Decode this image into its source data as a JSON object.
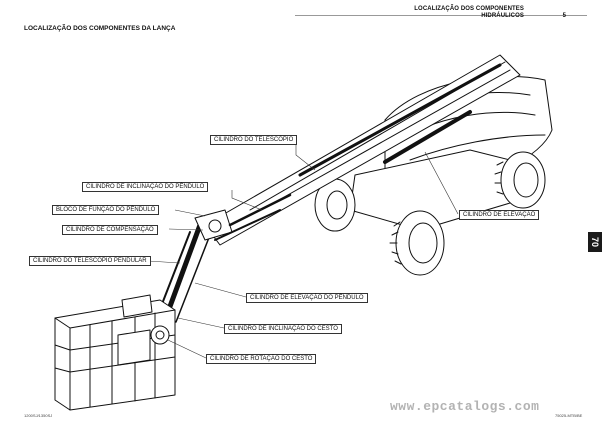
{
  "header": {
    "title_line1": "LOCALIZAÇÃO DOS COMPONENTES",
    "title_line2": "HIDRÁULICOS",
    "page_number": "5"
  },
  "section_title": "LOCALIZAÇÃO DOS COMPONENTES DA LANÇA",
  "side_tab": "70",
  "callouts": {
    "telescope": "CILINDRO DO TELESCÓPIO",
    "pendulum_tilt": "CILINDRO DE INCLINAÇÃO DO PÊNDULO",
    "pendulum_function_block": "BLOCO DE FUNÇÃO DO PÊNDULO",
    "compensation": "CILINDRO DE COMPENSAÇÃO",
    "pendular_telescope": "CILINDRO DO TELESCÓPIO PENDULAR",
    "lift": "CILINDRO DE ELEVAÇÃO",
    "pendulum_lift": "CILINDRO DE ELEVAÇÃO DO PÊNDULO",
    "basket_tilt": "CILINDRO DE INCLINAÇÃO DO CESTO",
    "basket_rotation": "CILINDRO DE ROTAÇÃO DO CESTO"
  },
  "footer": {
    "left_code": "1200SJ/1350SJ",
    "right_code": "75025-MTB/BE"
  },
  "watermark": "www.epcatalogs.com"
}
